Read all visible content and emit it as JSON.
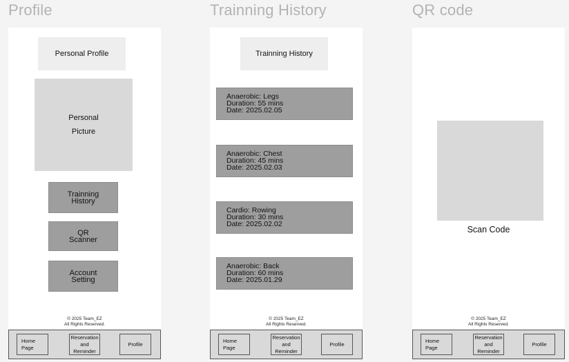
{
  "frames": {
    "profile": {
      "title": "Profile",
      "header": "Personal Profile",
      "picture_label": "Personal\n\nPicture",
      "buttons": [
        "Trainning\nHistory",
        "QR\nScanner",
        "Account\nSetting"
      ]
    },
    "history": {
      "title": "Trainning History",
      "header": "Trainning History",
      "records": [
        {
          "type": "Anaerobic: Legs",
          "duration": "Duration: 55 mins",
          "date": "Date: 2025.02.05"
        },
        {
          "type": "Anaerobic: Chest",
          "duration": "Duration: 45 mins",
          "date": "Date: 2025.02.03"
        },
        {
          "type": "Cardio: Rowing",
          "duration": "Duration: 30 mins",
          "date": "Date: 2025.02.02"
        },
        {
          "type": "Anaerobic: Back",
          "duration": "Duration: 60 mins",
          "date": "Date: 2025.01.29"
        }
      ]
    },
    "qr": {
      "title": "QR code",
      "scan_label": "Scan Code"
    }
  },
  "footer": {
    "copyright": "© 2025 Team_EZ",
    "rights": "All Rights Reserved."
  },
  "nav": {
    "home": "Home\nPage",
    "reservation": "Reservation\nand\nReminder",
    "profile": "Profile"
  },
  "colors": {
    "page_bg": "#f4f4f4",
    "screen_bg": "#ffffff",
    "light_box": "#eeeeee",
    "placeholder": "#d9d9d9",
    "dark_box": "#9e9e9e",
    "title_text": "#b3b3b3"
  }
}
